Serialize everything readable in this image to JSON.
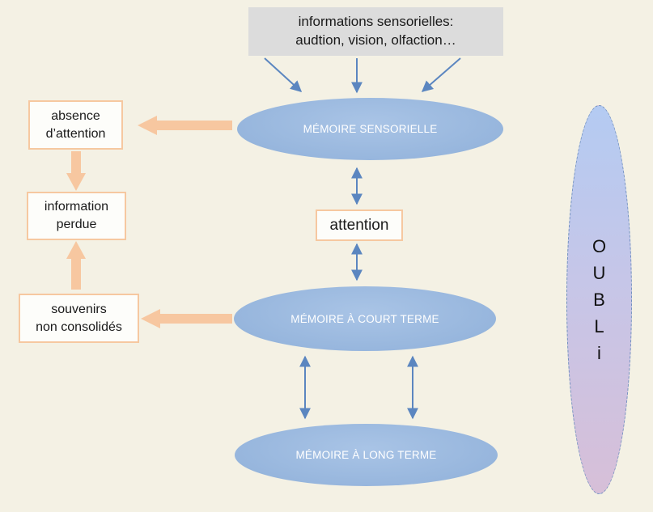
{
  "sensory_input": {
    "line1": "informations sensorielles:",
    "line2": "audtion, vision, olfaction…"
  },
  "memories": {
    "sensorielle": "MÉMOIRE SENSORIELLE",
    "court_terme": "MÉMOIRE À COURT TERME",
    "long_terme": "MÉMOIRE À LONG TERME"
  },
  "attention": "attention",
  "absence": {
    "line1": "absence",
    "line2": "d’attention"
  },
  "information_perdue": {
    "line1": "information",
    "line2": "perdue"
  },
  "souvenirs": {
    "line1": "souvenirs",
    "line2": "non consolidés"
  },
  "oubli": [
    "O",
    "U",
    "B",
    "L",
    "i"
  ],
  "colors": {
    "background": "#f4f1e4",
    "memory_fill": "#97b6dd",
    "blue_arrow": "#5b86c0",
    "orange_arrow": "#f7c7a0",
    "orange_border": "#f6c8a0",
    "input_box": "#dcdcdc"
  }
}
